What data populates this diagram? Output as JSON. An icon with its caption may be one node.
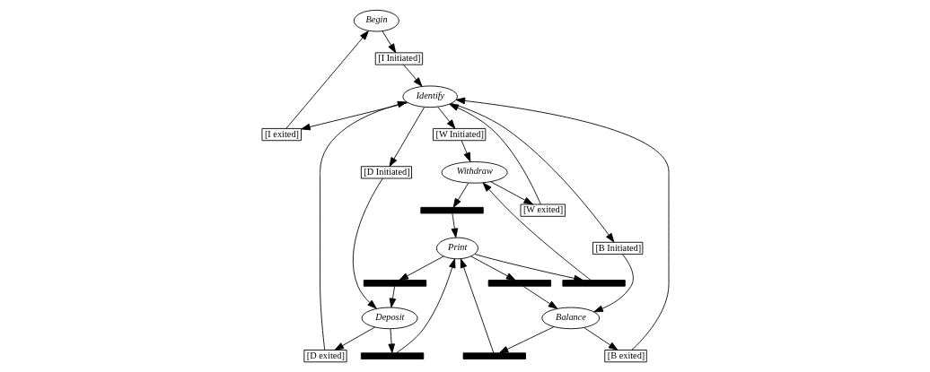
{
  "diagram": {
    "nodes": [
      {
        "text": [
          "Begin"
        ]
      },
      {
        "text": [
          "[I Initiated]"
        ]
      },
      {
        "text": [
          "[I exited]"
        ]
      },
      {
        "text": [
          "Identify"
        ]
      },
      {
        "text": [
          "[W Initiated]"
        ]
      },
      {
        "text": [
          "[W exited]"
        ]
      },
      {
        "text": [
          "[D Initiated]"
        ]
      },
      {
        "text": [
          "[D exited]"
        ]
      },
      {
        "text": [
          "[B Initiated]"
        ]
      },
      {
        "text": [
          "[B exited]"
        ]
      },
      {
        "text": [
          "Withdraw"
        ]
      },
      {
        "text": [
          "Deposit"
        ]
      },
      {
        "text": [
          "Balance"
        ]
      },
      {
        "text": [],
        "shape": "bar"
      },
      {
        "text": [],
        "shape": "bar"
      },
      {
        "text": [],
        "shape": "bar"
      },
      {
        "text": [],
        "shape": "bar"
      },
      {
        "text": [],
        "shape": "bar"
      },
      {
        "text": [],
        "shape": "bar"
      },
      {
        "text": [
          "Print"
        ]
      }
    ],
    "edges": [
      {
        "from": 0,
        "to": 1,
        "arrow": "to"
      },
      {
        "from": 1,
        "to": 3,
        "arrow": "to"
      },
      {
        "from": 3,
        "to": 2,
        "arrow": "to"
      },
      {
        "from": 2,
        "to": 0,
        "arrow": "to"
      },
      {
        "from": 3,
        "to": 4,
        "arrow": "to"
      },
      {
        "from": 5,
        "to": 3,
        "arrow": "to"
      },
      {
        "from": 3,
        "to": 6,
        "arrow": "to"
      },
      {
        "from": 7,
        "to": 3,
        "arrow": "to"
      },
      {
        "from": 3,
        "to": 8,
        "arrow": "to"
      },
      {
        "from": 9,
        "to": 3,
        "arrow": "to"
      },
      {
        "from": 4,
        "to": 10,
        "arrow": "to"
      },
      {
        "from": 10,
        "to": 5,
        "arrow": "to"
      },
      {
        "from": 6,
        "to": 11,
        "arrow": "to"
      },
      {
        "from": 11,
        "to": 7,
        "arrow": "to"
      },
      {
        "from": 8,
        "to": 12,
        "arrow": "to"
      },
      {
        "from": 12,
        "to": 9,
        "arrow": "to"
      },
      {
        "from": 10,
        "to": 13,
        "arrow": "to"
      },
      {
        "from": 13,
        "to": 19,
        "arrow": "to"
      },
      {
        "from": 19,
        "to": 14,
        "arrow": "to"
      },
      {
        "from": 14,
        "to": 10,
        "arrow": "to"
      },
      {
        "from": 11,
        "to": 15,
        "arrow": "to"
      },
      {
        "from": 15,
        "to": 19,
        "arrow": "to"
      },
      {
        "from": 19,
        "to": 16,
        "arrow": "to"
      },
      {
        "from": 16,
        "to": 11,
        "arrow": "to"
      },
      {
        "from": 12,
        "to": 17,
        "arrow": "to"
      },
      {
        "from": 17,
        "to": 19,
        "arrow": "to"
      },
      {
        "from": 19,
        "to": 18,
        "arrow": "to"
      },
      {
        "from": 18,
        "to": 12,
        "arrow": "to"
      }
    ]
  }
}
